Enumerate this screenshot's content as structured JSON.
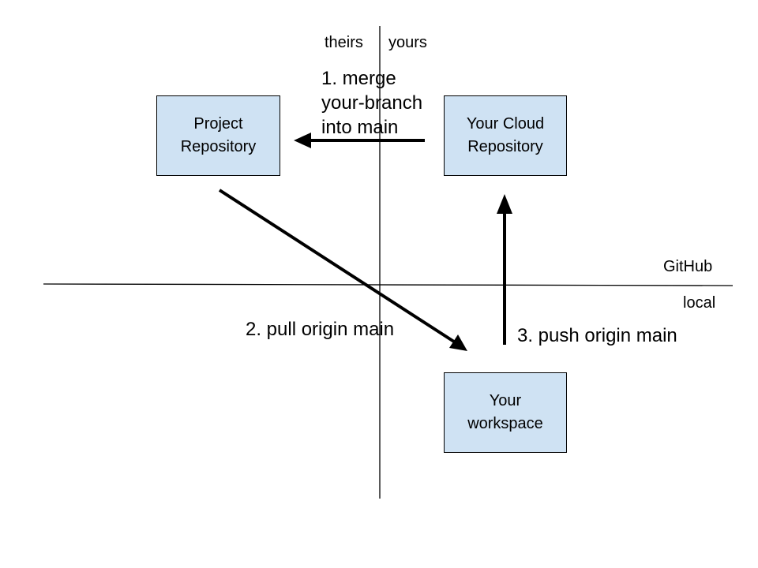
{
  "colors": {
    "box_fill": "#cfe2f3",
    "line": "#000000"
  },
  "axis_labels": {
    "theirs": "theirs",
    "yours": "yours",
    "github": "GitHub",
    "local": "local"
  },
  "boxes": {
    "project_repository": "Project\nRepository",
    "cloud_repository": "Your Cloud\nRepository",
    "workspace": "Your\nworkspace"
  },
  "steps": {
    "merge": "1. merge\nyour-branch\ninto main",
    "pull": "2. pull origin main",
    "push": "3. push origin main"
  }
}
